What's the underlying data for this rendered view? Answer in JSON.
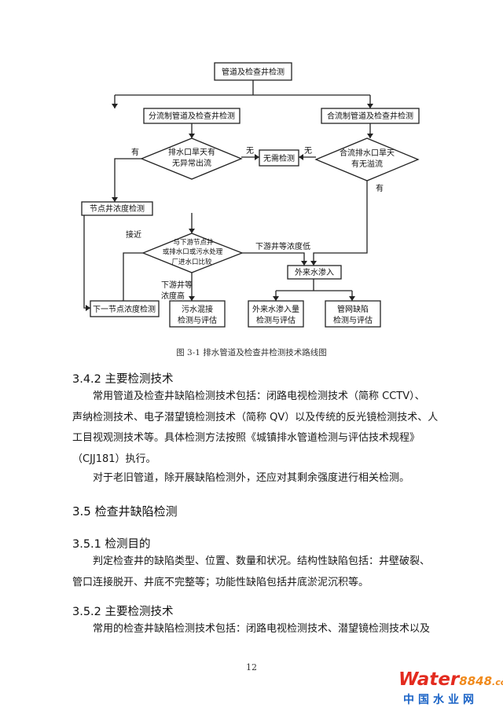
{
  "flowchart": {
    "root": "管道及检查井检测",
    "left_branch": "分流制管道及检查井检测",
    "right_branch": "合流制管道及检查井检测",
    "left_decision": [
      "排水口旱天有",
      "无异常出流"
    ],
    "right_decision": [
      "合流排水口旱天",
      "有无溢流"
    ],
    "no_check": "无需检测",
    "node_check": "节点井浓度检测",
    "mid_decision": [
      "与下游节点井",
      "或排水口或污水处理",
      "厂进水口比较"
    ],
    "external_infiltration": "外来水渗入",
    "next_node": "下一节点浓度检测",
    "sewage_mix": [
      "污水混接",
      "检测与评估"
    ],
    "infiltration_amount": [
      "外来水渗入量",
      "检测与评估"
    ],
    "pipe_defect": [
      "管网缺陷",
      "检测与评估"
    ],
    "label_yes_left": "有",
    "label_no_left": "无",
    "label_no_right": "无",
    "label_yes_right": "有",
    "label_close": "接近",
    "label_low": "下游井等浓度低",
    "label_high": [
      "下游井等",
      "浓度高"
    ]
  },
  "caption": "图 3-1  排水管道及检查井检测技术路线图",
  "section_342": {
    "heading": "3.4.2 主要检测技术",
    "para1_lines": [
      "常用管道及检查井缺陷检测技术包括：闭路电视检测技术（简称 CCTV）、",
      "声纳检测技术、电子潜望镜检测技术（简称 QV）以及传统的反光镜检测技术、人",
      "工目视观测技术等。具体检测方法按照《城镇排水管道检测与评估技术规程》",
      "（CJJ181）执行。"
    ],
    "para2": "对于老旧管道，除开展缺陷检测外，还应对其剩余强度进行相关检测。"
  },
  "section_35": {
    "heading": "3.5  检查井缺陷检测"
  },
  "section_351": {
    "heading": "3.5.1 检测目的",
    "para_lines": [
      "判定检查井的缺陷类型、位置、数量和状况。结构性缺陷包括：井壁破裂、",
      "管口连接脱开、井底不完整等；功能性缺陷包括井底淤泥沉积等。"
    ]
  },
  "section_352": {
    "heading": "3.5.2 主要检测技术",
    "para": "常用的检查井缺陷检测技术包括：闭路电视检测技术、潜望镜检测技术以及"
  },
  "page_number": "12",
  "logo": {
    "water": "Water",
    "num": "8848",
    "dotcom": ".com",
    "cn": "中国水业网"
  }
}
